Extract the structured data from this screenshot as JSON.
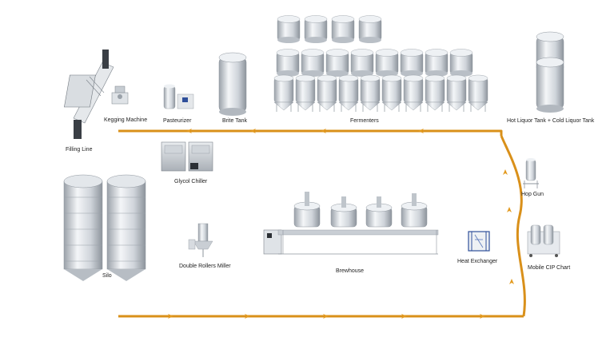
{
  "diagram": {
    "labels": {
      "filling_line": "Filling Line",
      "kegging_machine": "Kegging Machine",
      "pasteurizer": "Pasteurizer",
      "brite_tank": "Brite Tank",
      "fermenters": "Fermenters",
      "hot_cold_liquor": "Hot Liquor Tank + Cold Liquor Tank",
      "glycol_chiller": "Glycol Chiller",
      "hop_gun": "Hop Gun",
      "silo": "Silo",
      "double_rollers_miller": "Double Rollers Miller",
      "brewhouse": "Brewhouse",
      "heat_exchanger": "Heat Exchanger",
      "mobile_cip": "Mobile CIP Chart"
    },
    "colors": {
      "flow_line": "#d9901a",
      "arrow": "#e39a1f",
      "steel_light": "#f2f4f6",
      "steel_mid": "#c9ced4",
      "steel_dark": "#8e959d",
      "heat_exchanger_blue": "#2f4f9a"
    }
  }
}
